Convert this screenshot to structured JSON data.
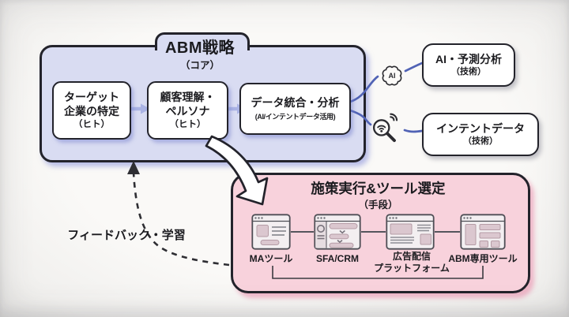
{
  "core": {
    "title": "ABM戦略",
    "subtitle": "（コア）",
    "steps": [
      {
        "line1": "ターゲット",
        "line2": "企業の特定",
        "note": "（ヒト）"
      },
      {
        "line1": "顧客理解・",
        "line2": "ペルソナ",
        "note": "（ヒト）"
      },
      {
        "line1": "データ統合・分析",
        "note": "(AI/インテントデータ活用)"
      }
    ]
  },
  "icons": {
    "ai_label": "AI"
  },
  "tech_items": [
    {
      "label": "AI・予測分析",
      "note": "（技術）"
    },
    {
      "label": "インテントデータ",
      "note": "（技術）"
    }
  ],
  "execution": {
    "title": "施策実行&ツール選定",
    "subtitle": "（手段）",
    "tools": [
      {
        "label": "MAツール"
      },
      {
        "label": "SFA/CRM"
      },
      {
        "label": "広告配信",
        "label2": "プラットフォーム"
      },
      {
        "label": "ABM専用ツール"
      }
    ]
  },
  "feedback_label": "フィードバック・学習",
  "colors": {
    "core-fill": "#d9dcf2",
    "pink-fill": "#f8d2dc",
    "outline": "#23232b",
    "connector-blue": "#5163b5",
    "step-arrow": "#aab3e4",
    "icon-block": "#dbc7cf",
    "text": "#1b1b1f"
  }
}
